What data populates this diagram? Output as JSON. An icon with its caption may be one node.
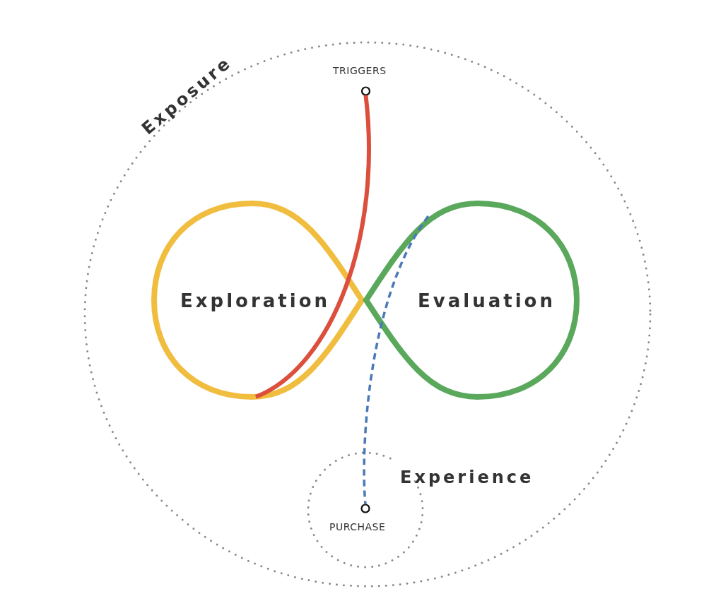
{
  "diagram": {
    "nodes": [
      {
        "text": [
          "Exposure"
        ]
      },
      {
        "text": [
          "TRIGGERS"
        ],
        "in": 0
      },
      {
        "text": [
          "Exploration"
        ],
        "in": 0
      },
      {
        "text": [
          "Evaluation"
        ],
        "in": 0
      },
      {
        "text": [
          "Experience"
        ],
        "in": 0
      },
      {
        "text": [
          "PURCHASE"
        ],
        "in": 4
      }
    ],
    "edges": [
      {
        "from": 1,
        "to": 2,
        "arrow": "none",
        "color": "#db4f3c"
      },
      {
        "from": 3,
        "to": 5,
        "arrow": "none",
        "style": "dashed",
        "color": "#4a78b8"
      }
    ]
  }
}
